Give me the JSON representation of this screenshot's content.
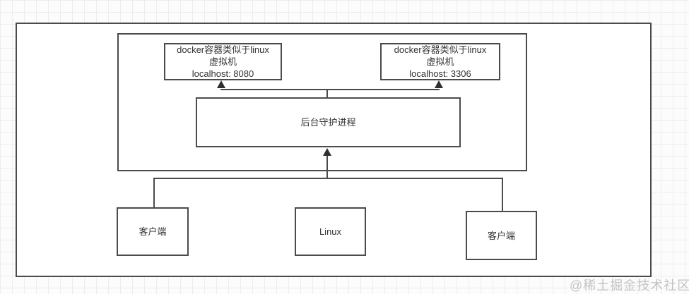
{
  "diagram": {
    "docker_box_1": {
      "line1": "docker容器类似于linux",
      "line2": "虚拟机",
      "line3": "localhost: 8080"
    },
    "docker_box_2": {
      "line1": "docker容器类似于linux",
      "line2": "虚拟机",
      "line3": "localhost: 3306"
    },
    "daemon_box": {
      "label": "后台守护进程"
    },
    "client_left": {
      "label": "客户端"
    },
    "linux_box": {
      "label": "Linux"
    },
    "client_right": {
      "label": "客户端"
    }
  },
  "watermark": {
    "text": "@稀土掘金技术社区"
  },
  "colors": {
    "line": "#4b4b4b",
    "arrow": "#2f2f2f",
    "text": "#333333",
    "grid": "#ededed",
    "watermark": "#c3c3c3",
    "background": "#ffffff"
  }
}
